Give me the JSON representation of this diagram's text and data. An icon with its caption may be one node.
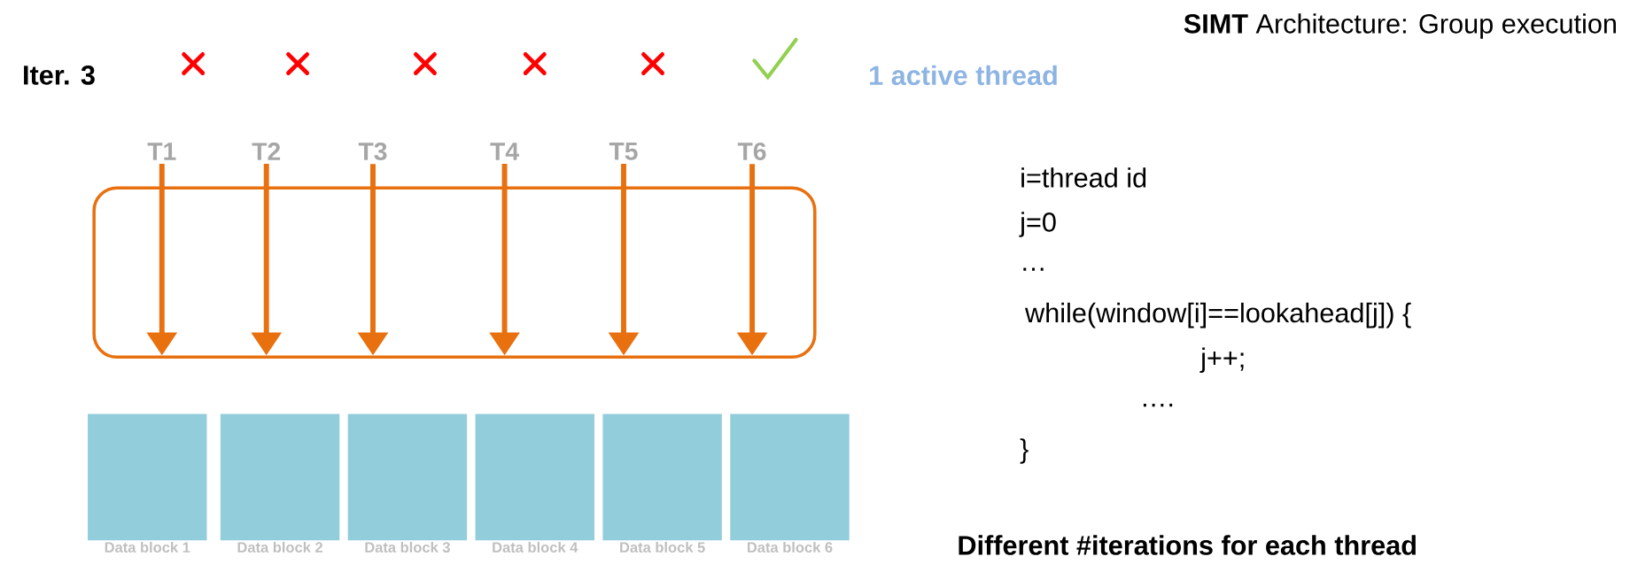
{
  "diagram": {
    "title": "**SIMT** Architecture: Group execution",
    "nodes": [
      {
        "text": [
          "T1"
        ]
      },
      {
        "text": [
          "T2"
        ]
      },
      {
        "text": [
          "T3"
        ]
      },
      {
        "text": [
          "T4"
        ]
      },
      {
        "text": [
          "T5"
        ]
      },
      {
        "text": [
          "T6"
        ]
      },
      {
        "text": [],
        "shape": "box"
      },
      {
        "text": [
          "Data block 1"
        ]
      },
      {
        "text": [
          "Data block 2"
        ]
      },
      {
        "text": [
          "Data block 3"
        ]
      },
      {
        "text": [
          "Data block 4"
        ]
      },
      {
        "text": [
          "Data block 5"
        ]
      },
      {
        "text": [
          "Data block 6"
        ]
      }
    ],
    "edges": [
      {
        "from": 0,
        "to": 6,
        "arrow": "to"
      },
      {
        "from": 1,
        "to": 6,
        "arrow": "to"
      },
      {
        "from": 2,
        "to": 6,
        "arrow": "to"
      },
      {
        "from": 3,
        "to": 6,
        "arrow": "to"
      },
      {
        "from": 4,
        "to": 6,
        "arrow": "to"
      },
      {
        "from": 5,
        "to": 6,
        "arrow": "to"
      }
    ],
    "labels": [
      "Iter. 3",
      "1 active thread",
      "i=thread id",
      "j=0",
      "…",
      "while(window[i]==lookahead[j]) {",
      "j++;",
      "….",
      "}",
      "Different #iterations for each thread"
    ]
  }
}
